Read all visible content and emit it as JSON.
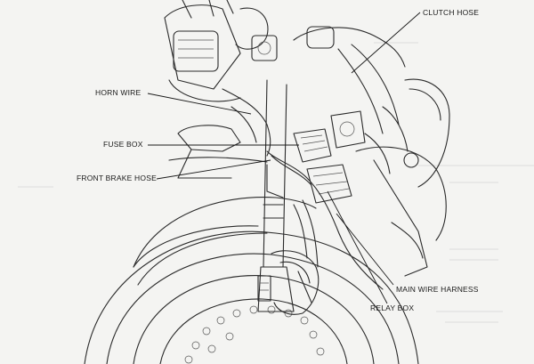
{
  "callouts": {
    "clutch_hose": "CLUTCH HOSE",
    "horn_wire": "HORN WIRE",
    "fuse_box": "FUSE BOX",
    "front_brake_hose": "FRONT BRAKE HOSE",
    "main_wire_harness": "MAIN WIRE HARNESS",
    "relay_box": "RELAY BOX"
  }
}
